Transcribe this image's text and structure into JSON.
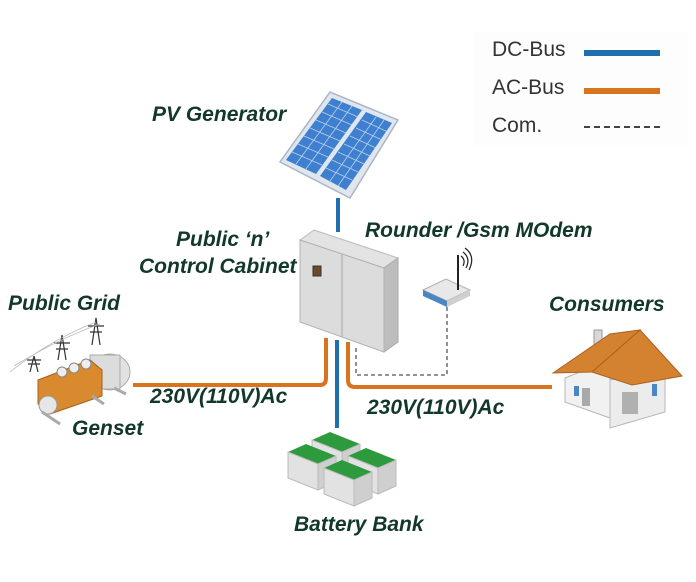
{
  "legend": {
    "items": [
      {
        "label": "DC-Bus",
        "color": "#1f6ead",
        "style": "solid"
      },
      {
        "label": "AC-Bus",
        "color": "#d9731e",
        "style": "solid"
      },
      {
        "label": "Com.",
        "color": "#444444",
        "style": "dashed"
      }
    ]
  },
  "components": {
    "pv": {
      "label": "PV Generator",
      "icon": "solar-panel-icon"
    },
    "cabinet": {
      "label_line1": "Public ‘n’",
      "label_line2": "Control Cabinet",
      "icon": "control-cabinet-icon"
    },
    "modem": {
      "label": "Rounder /Gsm MOdem",
      "icon": "router-modem-icon"
    },
    "grid": {
      "label": "Public Grid",
      "icon": "power-tower-icon"
    },
    "genset": {
      "label": "Genset",
      "icon": "generator-icon"
    },
    "consumers": {
      "label": "Consumers",
      "icon": "house-icon"
    },
    "battery": {
      "label": "Battery Bank",
      "icon": "battery-bank-icon"
    }
  },
  "connections": {
    "left_ac_label": "230V(110V)Ac",
    "right_ac_label": "230V(110V)Ac"
  },
  "colors": {
    "text": "#12382a",
    "dc": "#1f6ead",
    "ac": "#d9731e",
    "battery_top": "#2e9a3e",
    "panel": "#3a78c8",
    "roof": "#d48230"
  }
}
